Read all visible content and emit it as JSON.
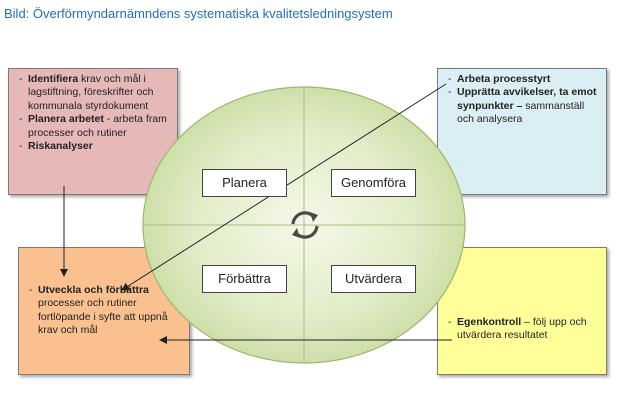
{
  "title": "Bild: Överförmyndarnämndens systematiska kvalitetsledningsystem",
  "quadrants": {
    "top_left": "Planera",
    "top_right": "Genomföra",
    "bottom_left": "Förbättra",
    "bottom_right": "Utvärdera"
  },
  "boxes": {
    "top_left": {
      "items": [
        {
          "bold": "Identifiera",
          "text": " krav och mål i lagstiftning, föreskrifter och kommunala styrdokument"
        },
        {
          "bold": "Planera arbetet",
          "text": " - arbeta fram processer och rutiner"
        },
        {
          "bold": "Riskanalyser",
          "text": ""
        }
      ]
    },
    "top_right": {
      "items": [
        {
          "bold": "Arbeta processtyrt",
          "text": ""
        },
        {
          "bold": "Upprätta avvikelser, ta emot synpunkter –",
          "text": " sammanställ och analysera"
        }
      ]
    },
    "bottom_left": {
      "items": [
        {
          "bold": "Utveckla och förbättra",
          "text": " processer och rutiner fortlöpande i syfte att uppnå krav och mål"
        }
      ]
    },
    "bottom_right": {
      "items": [
        {
          "bold": "Egenkontroll",
          "text": " – följ upp och utvärdera resultatet"
        }
      ]
    }
  },
  "colors": {
    "title": "#1f6fb8",
    "box_top_left": "#e6b8b7",
    "box_top_right": "#dbeef4",
    "box_bottom_left": "#fac090",
    "box_bottom_right": "#ffff99",
    "circle_fill": "#d7e4bd",
    "cycle_icon": "#4a4a4a"
  },
  "icons": {
    "center": "cycle-arrows-icon"
  }
}
